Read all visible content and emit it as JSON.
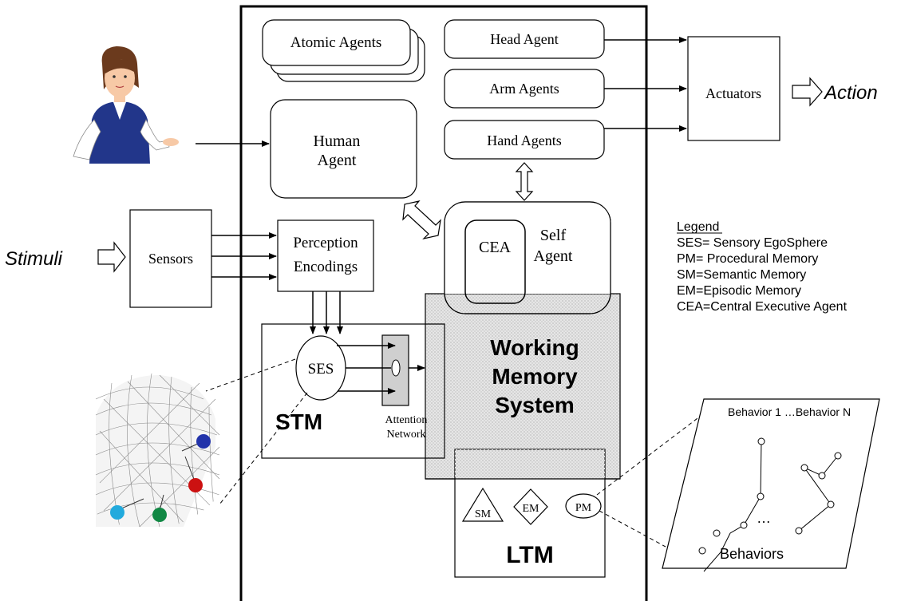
{
  "boxes": {
    "atomic_agents": "Atomic Agents",
    "head_agent": "Head Agent",
    "arm_agents": "Arm Agents",
    "hand_agents": "Hand Agents",
    "actuators": "Actuators",
    "action": "Action",
    "human_agent_line1": "Human",
    "human_agent_line2": "Agent",
    "sensors": "Sensors",
    "stimuli": "Stimuli",
    "perception_line1": "Perception",
    "perception_line2": "Encodings",
    "cea": "CEA",
    "self_agent_line1": "Self",
    "self_agent_line2": "Agent",
    "ses": "SES",
    "attention_line1": "Attention",
    "attention_line2": "Network",
    "stm": "STM",
    "wm_line1": "Working",
    "wm_line2": "Memory",
    "wm_line3": "System",
    "sm": "SM",
    "em": "EM",
    "pm": "PM",
    "ltm": "LTM",
    "behavior_range": "Behavior 1 …Behavior N",
    "behaviors": "Behaviors",
    "ellipsis": "…"
  },
  "legend": {
    "title": "Legend",
    "items": [
      "SES= Sensory EgoSphere",
      "PM= Procedural Memory",
      "SM=Semantic Memory",
      "EM=Episodic Memory",
      "CEA=Central Executive Agent"
    ]
  },
  "colors": {
    "line": "#000000",
    "attention_fill": "#cfcfcf",
    "wm_fill": "#e6e6e6",
    "sphere_blue": "#2233aa",
    "sphere_red": "#cc1111",
    "sphere_green": "#118844",
    "sphere_cyan": "#22aadd",
    "suit": "#22368a",
    "skin": "#f7c9a6",
    "hair": "#6b3a1d"
  },
  "icons": {
    "person": "woman-presenter-icon",
    "sphere": "geodesic-sphere-icon"
  }
}
